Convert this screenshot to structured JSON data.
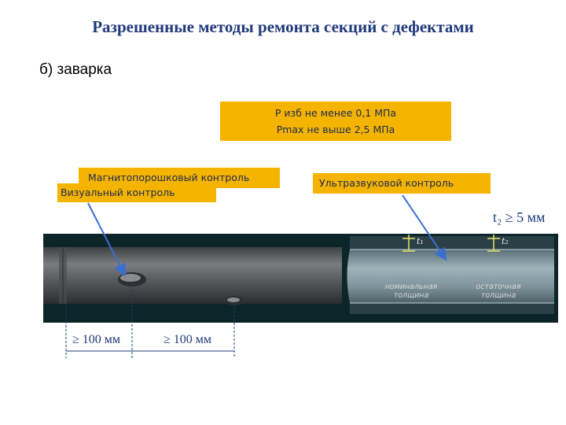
{
  "title": "Разрешенные методы ремонта секций с дефектами",
  "subtitle": "б) заварка",
  "pressure_box": {
    "line1": "Р изб не менее 0,1 МПа",
    "line2": "Pmax  не выше 2,5 МПа"
  },
  "labels": {
    "magnetic": "Магнитопорошковый контроль",
    "visual": "Визуальный контроль",
    "ultrasonic": "Ультразвуковой контроль",
    "t2_condition": "t₂ ≥ 5 мм",
    "t1": "t₁",
    "t2": "t₂",
    "nominal": "номинальная толщина",
    "residual": "остаточная толщина",
    "dim1": "≥ 100 мм",
    "dim2": "≥ 100 мм"
  },
  "colors": {
    "title": "#1f3a7a",
    "box": "#f5b400",
    "arrow": "#3a6fd0",
    "dimension": "#1f3a7a",
    "dark_band": "#0c2a2e",
    "thickness_marker": "#e3e36a"
  }
}
